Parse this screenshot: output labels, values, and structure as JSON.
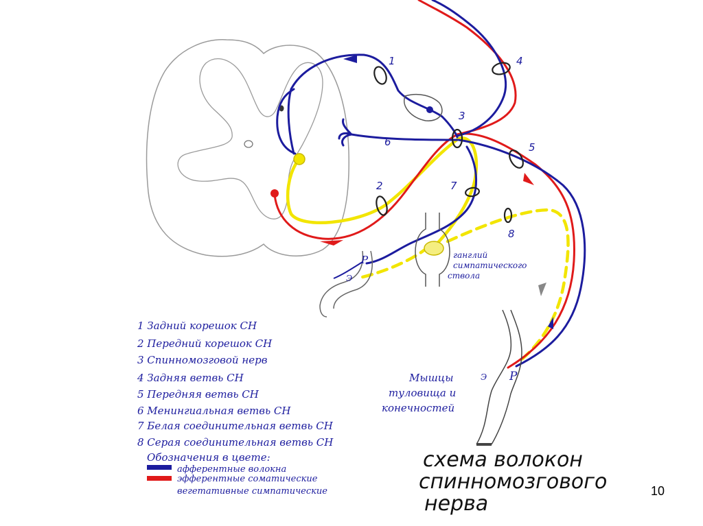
{
  "colors": {
    "afferent": "#1c1c9e",
    "efferent": "#e01a1a",
    "vegetative": "#f2e500",
    "outline": "#9a9a9a",
    "ink": "#1c1c9e"
  },
  "markers": [
    "1",
    "2",
    "3",
    "4",
    "5",
    "6",
    "7",
    "8"
  ],
  "labels": {
    "ganglion": [
      "ганглий",
      "симпатического",
      "ствола"
    ],
    "muscles": [
      "Мышцы",
      "туловища и",
      "конечностей"
    ],
    "receptor_top": "Р",
    "effector_top": "Э",
    "receptor_bottom": "Р",
    "effector_bottom": "Э"
  },
  "legend": {
    "items": [
      "1 Задний корешок СН",
      "2 Передний корешок СН",
      "3 Спинномозговой нерв",
      "4 Задняя ветвь СН",
      "5 Передняя ветвь СН",
      "6 Менингиальная ветвь СН",
      "7 Белая соединительная ветвь СН",
      "8 Серая соединительная ветвь СН"
    ],
    "colors_header": "Обозначения в цвете:",
    "color_entries": [
      "афферентные волокна",
      "эфферентные соматические",
      "вегетативные симпатические"
    ]
  },
  "title": [
    "схема волокон",
    "спинномозгового",
    "нерва"
  ],
  "page_number": "10"
}
